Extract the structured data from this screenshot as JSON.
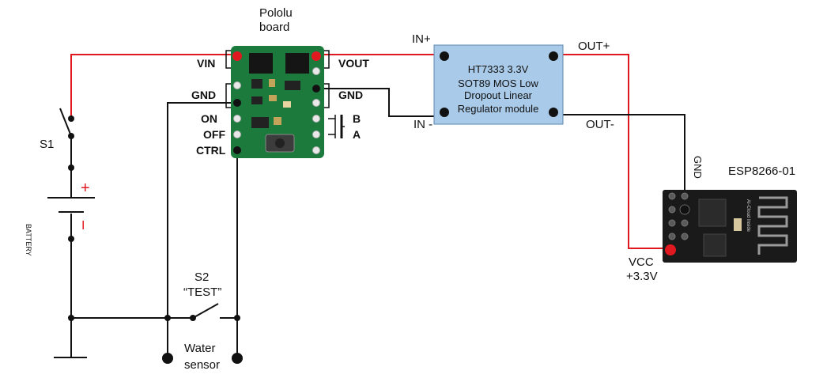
{
  "colors": {
    "power_wire": "#e0181f",
    "ground_wire": "#111111",
    "module_fill": "#a9cbe9",
    "pololu_pcb": "#1c7a3d",
    "esp_pcb": "#1a1a1a"
  },
  "pololu": {
    "title_line1": "Pololu",
    "title_line2": "board",
    "vin": "VIN",
    "vout": "VOUT",
    "gnd_left": "GND",
    "gnd_right": "GND",
    "on": "ON",
    "off": "OFF",
    "ctrl": "CTRL",
    "b": "B",
    "a": "A"
  },
  "regulator": {
    "line1": "HT7333 3.3V",
    "line2": "SOT89 MOS Low",
    "line3": "Dropout Linear",
    "line4": "Regulator module",
    "in_plus": "IN+",
    "in_minus": "IN -",
    "out_plus": "OUT+",
    "out_minus": "OUT-"
  },
  "esp": {
    "title": "ESP8266-01",
    "gnd": "GND",
    "vcc_line1": "VCC",
    "vcc_line2": "+3.3V",
    "chip_text": "AI-Cloud Inside"
  },
  "battery": {
    "switch": "S1",
    "label": "BATTERY",
    "plus": "+",
    "minus": "I"
  },
  "test_switch": {
    "name": "S2",
    "label": "“TEST”"
  },
  "sensor": {
    "line1": "Water",
    "line2": "sensor"
  }
}
